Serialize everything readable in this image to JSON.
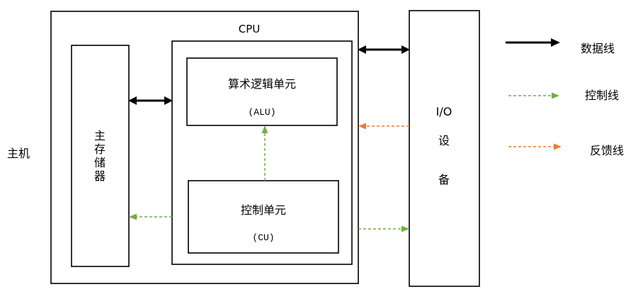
{
  "host_label": "主机",
  "cpu_label": "CPU",
  "alu": {
    "name": "算术逻辑单元",
    "abbr": "(ALU)"
  },
  "cu": {
    "name": "控制单元",
    "abbr": "(CU)"
  },
  "memory": {
    "chars": [
      "主",
      "存",
      "储",
      "器"
    ]
  },
  "io": {
    "line1": "I/O",
    "line2": "设",
    "line3": "备"
  },
  "legend": [
    {
      "label": "数据线",
      "color": "#000000"
    },
    {
      "label": "控制线",
      "color": "#70ad47"
    },
    {
      "label": "反馈线",
      "color": "#ed7d31"
    }
  ]
}
